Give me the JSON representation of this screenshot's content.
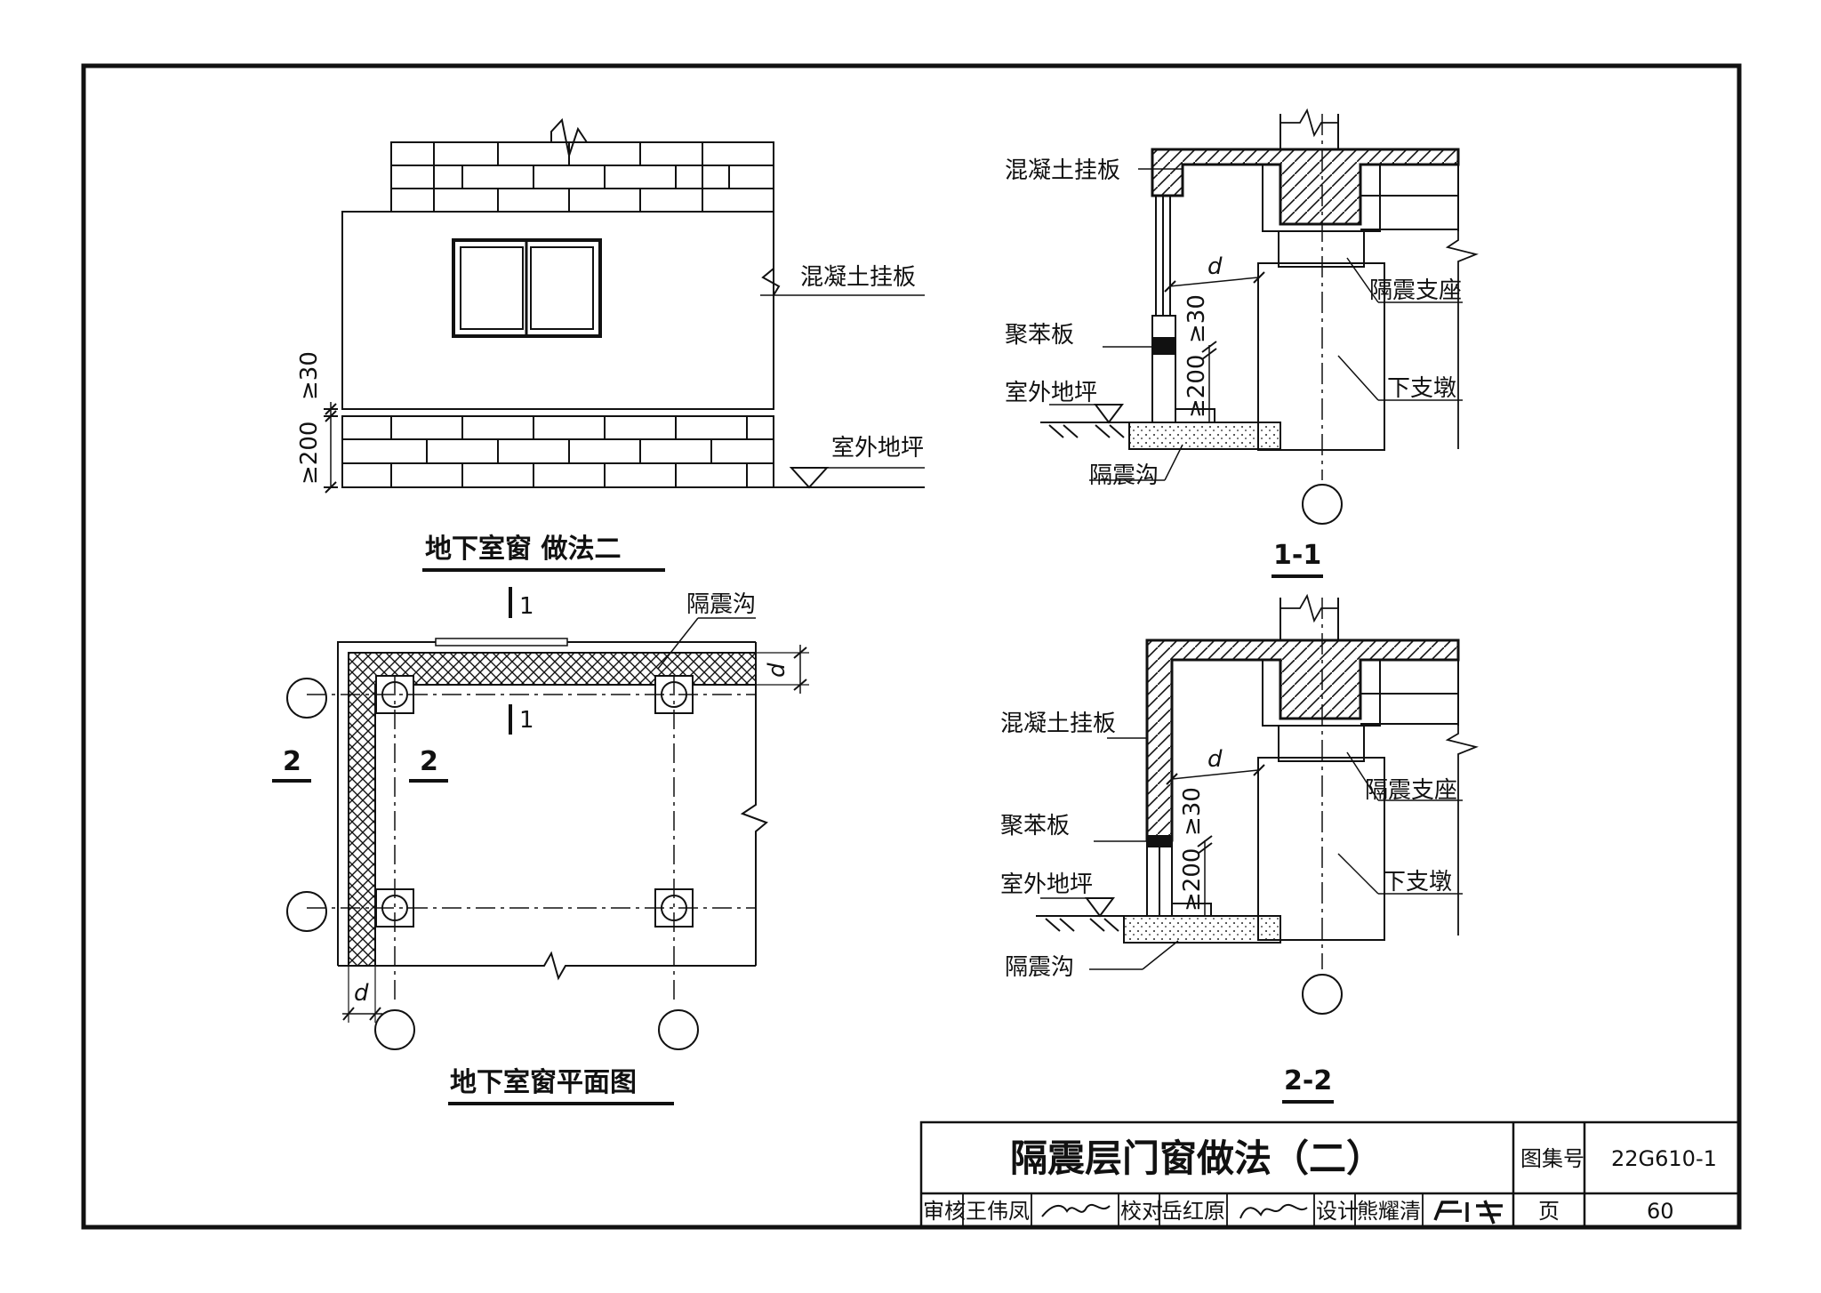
{
  "elevation": {
    "title": "地下室窗  做法二",
    "label_hanging_panel": "混凝土挂板",
    "label_outdoor_ground": "室外地坪",
    "dim_upper": "≥30",
    "dim_lower": "≥200"
  },
  "plan": {
    "title": "地下室窗平面图",
    "label_trench": "隔震沟",
    "section1_mark": "1",
    "section2_mark": "2",
    "dim_d": "d"
  },
  "section_1_1": {
    "title": "1-1",
    "label_hanging_panel": "混凝土挂板",
    "label_polystyrene": "聚苯板",
    "label_outdoor_ground": "室外地坪",
    "label_trench": "隔震沟",
    "label_bearing": "隔震支座",
    "label_lower_pier": "下支墩",
    "dim_d": "d",
    "dim_upper": "≥30",
    "dim_lower": "≥200"
  },
  "section_2_2": {
    "title": "2-2",
    "label_hanging_panel": "混凝土挂板",
    "label_polystyrene": "聚苯板",
    "label_outdoor_ground": "室外地坪",
    "label_trench": "隔震沟",
    "label_bearing": "隔震支座",
    "label_lower_pier": "下支墩",
    "dim_d": "d",
    "dim_upper": "≥30",
    "dim_lower": "≥200"
  },
  "title_block": {
    "drawing_title": "隔震层门窗做法（二）",
    "atlas_label": "图集号",
    "atlas_no": "22G610-1",
    "review_label": "审核",
    "reviewer": "王伟凤",
    "check_label": "校对",
    "checker": "岳红原",
    "design_label": "设计",
    "designer": "熊耀清",
    "page_label": "页",
    "page_no": "60"
  }
}
